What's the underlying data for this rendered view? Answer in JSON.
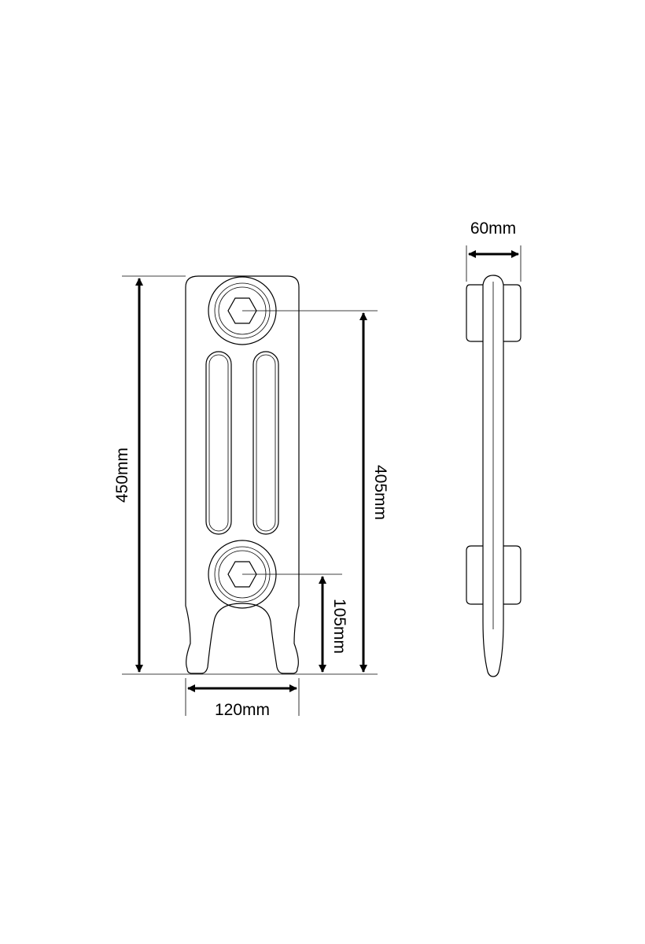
{
  "front_view": {
    "dimensions": {
      "height_label": "450mm",
      "pipe_centres_label": "405mm",
      "bottom_to_centre_label": "105mm",
      "width_label": "120mm"
    }
  },
  "side_view": {
    "dimensions": {
      "depth_label": "60mm"
    }
  },
  "colors": {
    "line": "#000000",
    "background": "#ffffff"
  }
}
